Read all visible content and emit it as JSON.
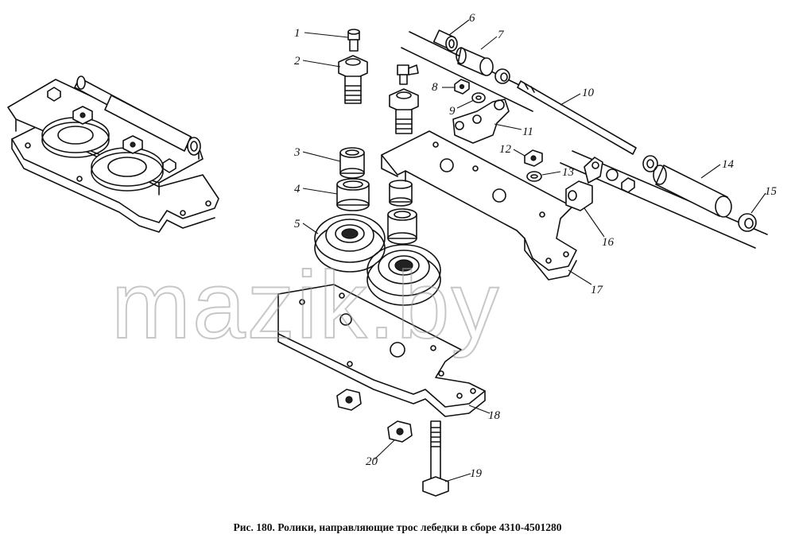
{
  "figure": {
    "caption": "Рис. 180. Ролики, направляющие трос лебедки в сборе 4310-4501280",
    "watermark": "mazik.by",
    "part_labels": [
      "1",
      "2",
      "3",
      "4",
      "5",
      "6",
      "7",
      "8",
      "9",
      "10",
      "11",
      "12",
      "13",
      "14",
      "15",
      "16",
      "17",
      "18",
      "19",
      "20"
    ]
  }
}
